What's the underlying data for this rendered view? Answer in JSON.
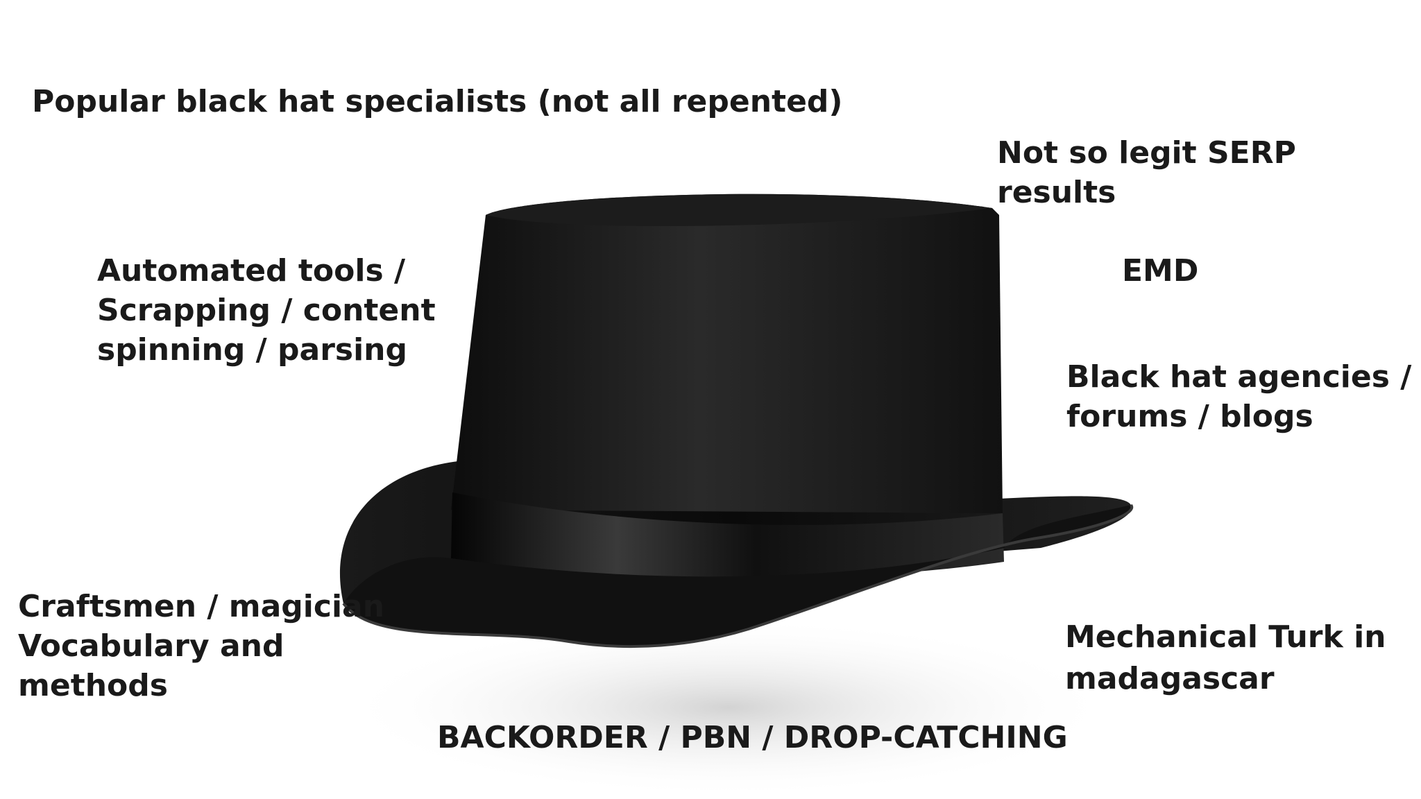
{
  "slide": {
    "colors": {
      "background": "#ffffff",
      "text": "#1a1a1a",
      "hat": "#141414",
      "band": "#0a0a0a"
    },
    "labels": {
      "popular": "Popular black hat specialists (not all repented)",
      "serp": "Not so legit SERP results",
      "tools": "Automated tools /\nScrapping / content\nspinning / parsing",
      "emd": "EMD",
      "agencies": "Black hat agencies /\nforums / blogs",
      "craftsmen": "Craftsmen / magician\nVocabulary and\nmethods",
      "turk": "Mechanical Turk in\nmadagascar",
      "backorder": "BACKORDER / PBN / DROP-CATCHING"
    },
    "picture": {
      "icon": "top-hat-photo"
    }
  }
}
